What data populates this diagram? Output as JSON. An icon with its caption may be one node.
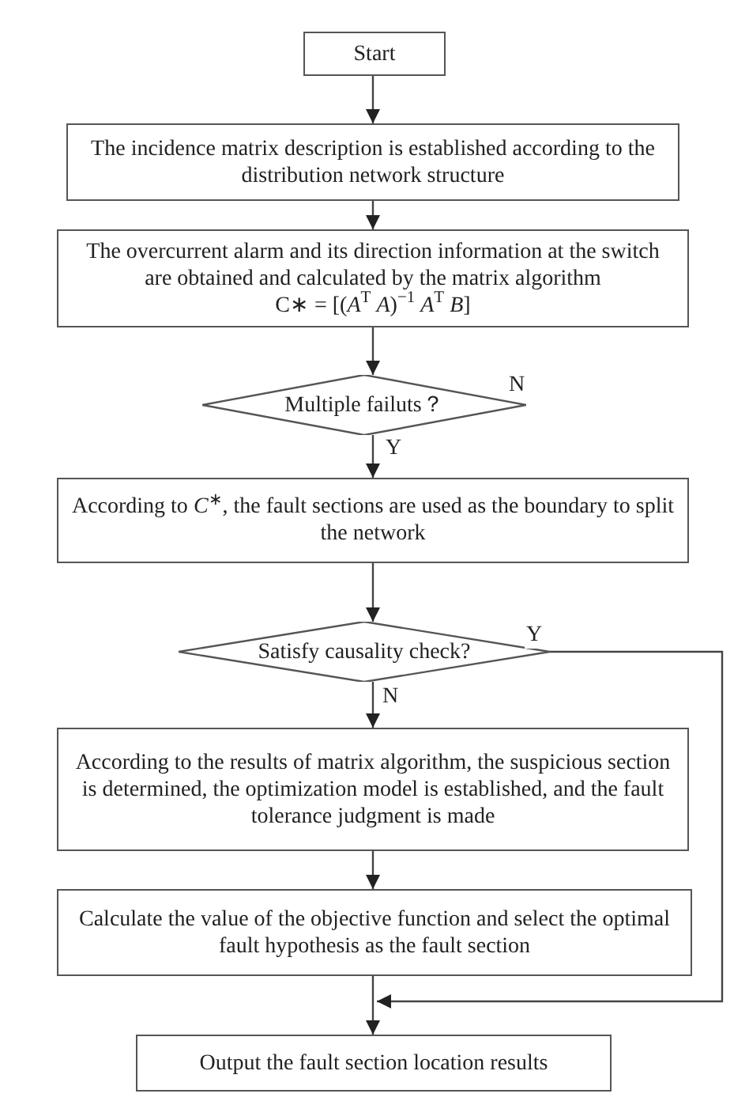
{
  "diagram": {
    "nodes": [
      {
        "text": [
          "Start"
        ]
      },
      {
        "text": [
          "The incidence matrix description is established according to the distribution network structure"
        ]
      },
      {
        "text": [
          "The overcurrent alarm and its direction information at the switch are obtained and calculated by the matrix algorithm",
          "C∗ = [(*A*$^{T}$ *A*)$^{−1}$ *A*$^{T}$ *B*]"
        ]
      },
      {
        "text": [
          "Multiple failuts？"
        ]
      },
      {
        "text": [
          "According to *C*$^{∗}$, the fault sections are used as the boundary to split the network"
        ]
      },
      {
        "text": [
          "Satisfy causality check?"
        ]
      },
      {
        "text": [
          "According to the results of matrix algorithm, the suspicious section is determined, the optimization model is established, and the fault tolerance judgment is made"
        ]
      },
      {
        "text": [
          "Calculate the value of the objective function and select the optimal fault hypothesis as the fault section"
        ]
      },
      {
        "text": [
          "Output the fault section location results"
        ]
      }
    ],
    "edges": [
      {
        "from": 0,
        "to": 1,
        "arrow": "to"
      },
      {
        "from": 1,
        "to": 2,
        "arrow": "to"
      },
      {
        "from": 2,
        "to": 3,
        "arrow": "to"
      },
      {
        "from": 3,
        "to": 4,
        "arrow": "to",
        "label": "Y"
      },
      {
        "from": 4,
        "to": 5,
        "arrow": "to"
      },
      {
        "from": 5,
        "to": 6,
        "arrow": "to",
        "label": "N"
      },
      {
        "from": 6,
        "to": 7,
        "arrow": "to"
      },
      {
        "from": 7,
        "to": 8,
        "arrow": "to"
      },
      {
        "from": 5,
        "to": 8,
        "arrow": "to",
        "label": "Y"
      }
    ],
    "labels": [
      "N"
    ]
  }
}
